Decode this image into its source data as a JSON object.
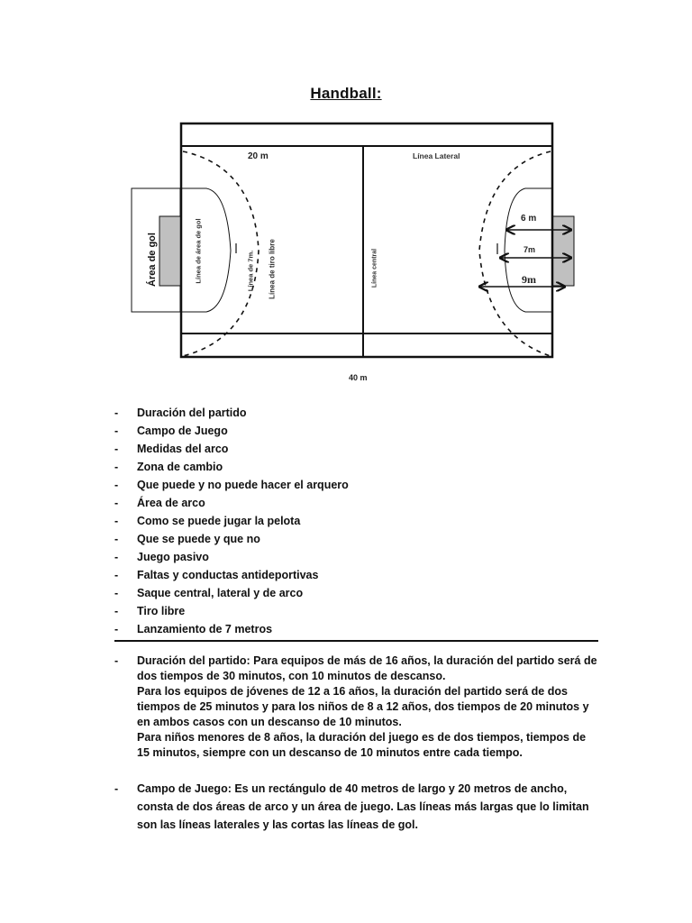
{
  "document": {
    "title": "Handball:"
  },
  "diagram": {
    "labels": {
      "width_label": "20 m",
      "length_label": "40 m",
      "sideline": "Línea Lateral",
      "goal_area": "Área de gol",
      "goal_area_line": "Línea de área de gol",
      "seven_m_line": "Línea de 7m.",
      "free_throw_line": "Línea de tiro libre",
      "center_line": "Línea central",
      "dist_6m": "6 m",
      "dist_7m": "7m",
      "dist_9m": "9m"
    },
    "colors": {
      "line": "#111111",
      "goal_fill": "#c0c0c0"
    }
  },
  "topics": {
    "bullet": "-",
    "items": [
      "Duración del partido",
      "Campo de Juego",
      "Medidas del arco",
      "Zona de cambio",
      "Que puede y no puede hacer el arquero",
      "Área de arco",
      "Como se puede jugar la pelota",
      "Que se puede y que no",
      "Juego pasivo",
      "Faltas y conductas antideportivas",
      "Saque central, lateral y de arco",
      "Tiro libre",
      "Lanzamiento de 7 metros"
    ]
  },
  "sections": [
    {
      "bullet": "-",
      "paragraphs": [
        "Duración del partido: Para equipos de más de 16 años, la duración del partido será de dos tiempos de 30 minutos, con 10 minutos de descanso.",
        "Para los equipos de jóvenes de 12 a 16 años, la duración del partido será de dos tiempos de 25 minutos y para los niños de 8 a 12 años, dos tiempos de 20 minutos y en ambos casos con un descanso de 10 minutos.",
        "Para niños menores de 8 años, la duración del juego es de dos tiempos, tiempos de 15 minutos, siempre con un descanso de 10 minutos entre cada tiempo."
      ]
    },
    {
      "bullet": "-",
      "paragraphs": [
        "Campo de Juego: Es un rectángulo de 40 metros de largo y 20 metros de ancho, consta de dos áreas de arco y un área de juego. Las líneas más largas que lo limitan son las líneas laterales y las cortas las líneas de gol."
      ]
    }
  ]
}
